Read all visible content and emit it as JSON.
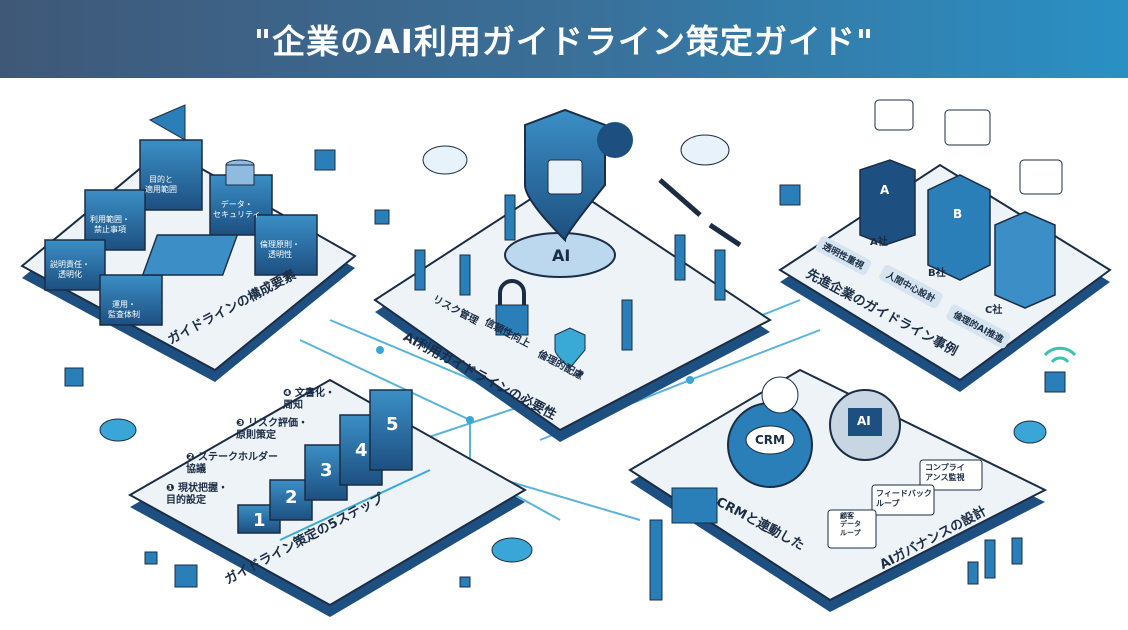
{
  "title": "\"企業のAI利用ガイドライン策定ガイド\"",
  "sections": {
    "components": {
      "label": "ガイドラインの構成要素",
      "blocks": [
        "目的と\n適用範囲",
        "利用範囲・\n禁止事項",
        "データ・\nセキュリティ",
        "倫理原則・\n透明性",
        "説明責任・\n透明化",
        "運用・\n監査体制"
      ]
    },
    "necessity": {
      "label": "AI利用ガイドラインの必要性",
      "points": [
        "リスク管理",
        "信頼性向上",
        "倫理的配慮"
      ],
      "shield_text": "AI"
    },
    "cases": {
      "label": "先進企業のガイドライン事例",
      "companies": [
        {
          "name": "A社",
          "tag": "透明性重視",
          "logo": "A"
        },
        {
          "name": "B社",
          "tag": "人間中心設計",
          "logo": "B"
        },
        {
          "name": "C社",
          "tag": "倫理的AI推進"
        }
      ]
    },
    "steps": {
      "label": "ガイドライン策定の5ステップ",
      "items": [
        "❶ 現状把握・\n目的設定",
        "❷ ステークホルダー\n協議",
        "❸ リスク評価・\n原則策定",
        "❹ 文書化・\n周知"
      ],
      "bars": [
        "1",
        "2",
        "3",
        "4",
        "5"
      ]
    },
    "crm": {
      "label_1": "CRMと連動した",
      "label_2": "AIガバナンスの設計",
      "crm_gear": "CRM",
      "ai_gear": "AI",
      "nodes": [
        "コンプライ\nアンス監視",
        "フィードバック\nループ",
        "顧客\nデータ\nループ"
      ]
    }
  },
  "colors": {
    "navy": "#1b2d45",
    "blue": "#2a7fb8",
    "light": "#eef3f8",
    "accent": "#39a9d6"
  }
}
